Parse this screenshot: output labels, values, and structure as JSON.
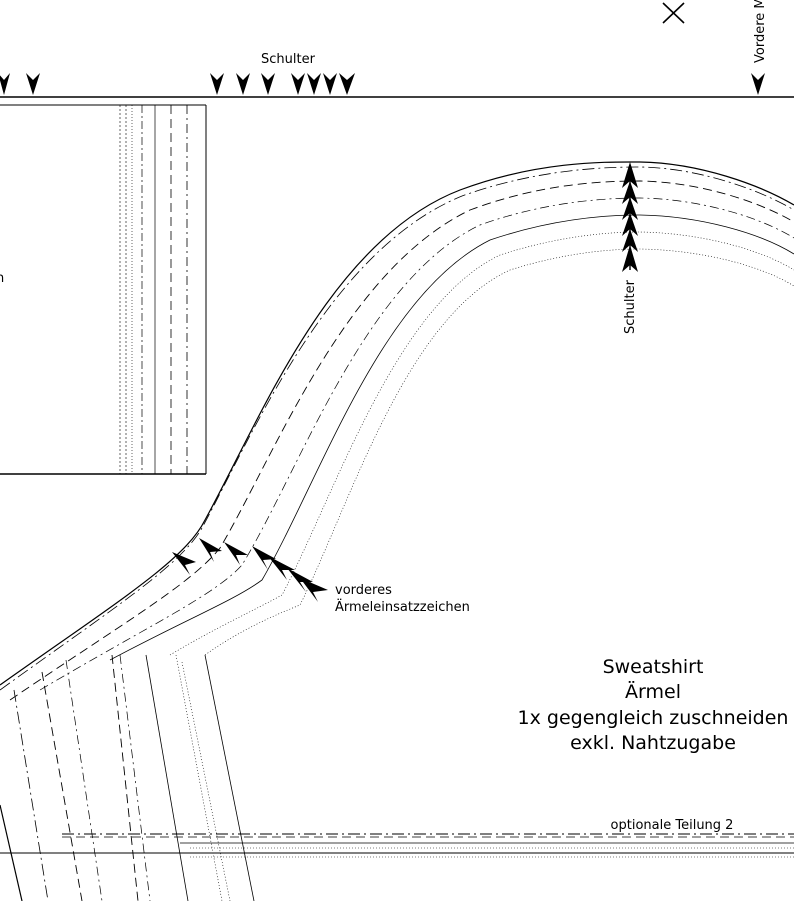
{
  "labels": {
    "shoulder_top": "Schulter",
    "vordere_mitte": "Vordere Mitte",
    "shoulder_vertical": "Schulter",
    "front_notch_line1": "vorderes",
    "front_notch_line2": "Ärmeleinsatzzeichen",
    "optional_division": "optionale Teilung 2",
    "left_fragment": "n"
  },
  "title_block": {
    "line1": "Sweatshirt",
    "line2": "Ärmel",
    "line3": "1x gegengleich zuschneiden",
    "line4": "exkl. Nahtzugabe"
  }
}
